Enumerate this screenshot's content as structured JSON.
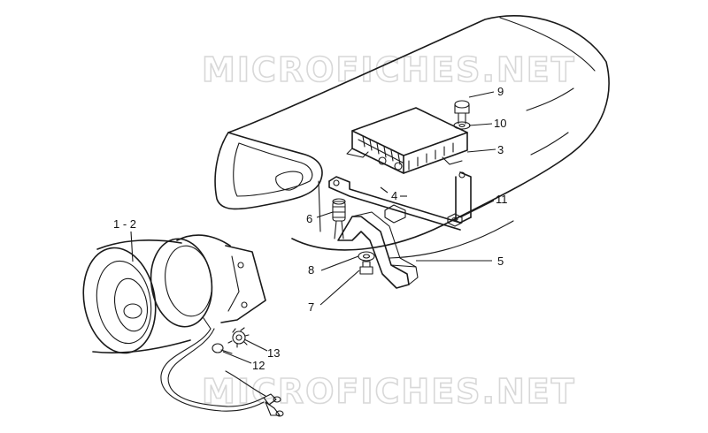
{
  "watermark": {
    "text": "MICROFICHES.NET"
  },
  "callouts": {
    "c1_2": "1 - 2",
    "c3": "3",
    "c4": "4",
    "c5": "5",
    "c6": "6",
    "c7": "7",
    "c8": "8",
    "c9": "9",
    "c10": "10",
    "c11": "11",
    "c12": "12",
    "c13": "13"
  }
}
